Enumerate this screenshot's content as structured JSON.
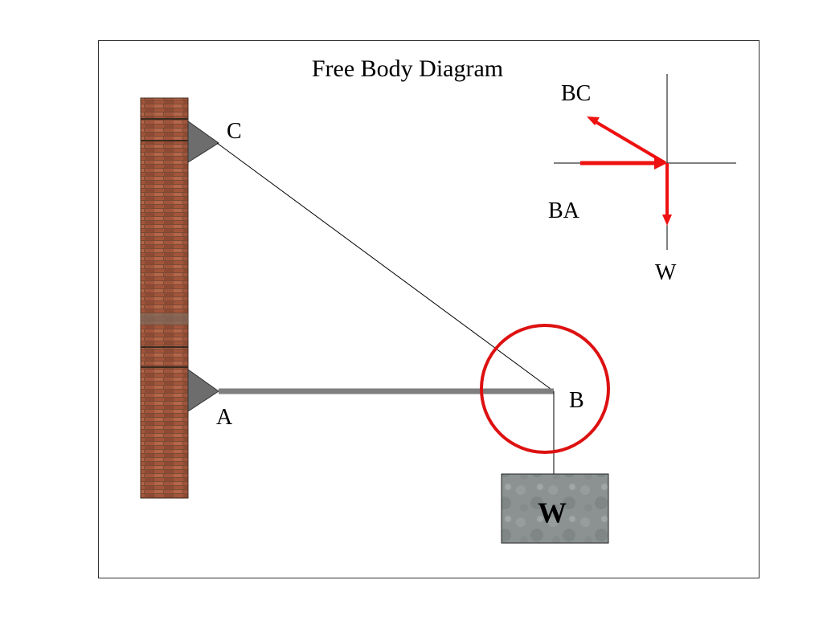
{
  "title": "Free Body Diagram",
  "labels": {
    "point_a": "A",
    "point_b": "B",
    "point_c": "C",
    "weight_block": "W"
  },
  "force_diagram": {
    "bc": "BC",
    "ba": "BA",
    "w": "W"
  },
  "colors": {
    "force_arrow": "#ee1111",
    "highlight_circle": "#dd1111",
    "wall_brick": "#a2553b",
    "mortar": "#5a3a2a",
    "strut": "#7f7f7f",
    "support": "#6d6d6d",
    "block": "#8c9292"
  }
}
